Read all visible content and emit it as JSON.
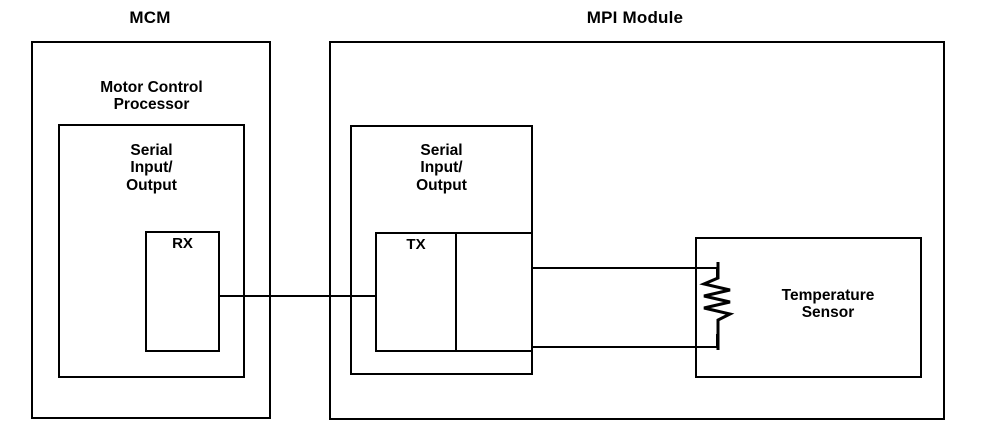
{
  "diagram": {
    "title_left": "MCM",
    "title_right": "MPI Module",
    "blocks": {
      "mcm_outer": {
        "label": "MCM"
      },
      "motor_control_processor": {
        "label": "Motor Control\nProcessor"
      },
      "mcm_serial_io": {
        "label": "Serial\nInput/\nOutput"
      },
      "rx": {
        "label": "RX"
      },
      "mpi_outer": {
        "label": "MPI Module"
      },
      "mpi_serial_io": {
        "label": "Serial\nInput/\nOutput"
      },
      "tx": {
        "label": "TX"
      },
      "temperature_sensor": {
        "label": "Temperature\nSensor"
      }
    },
    "icons": {
      "resistor": "resistor-zigzag-icon"
    },
    "colors": {
      "line": "#000000",
      "text": "#000000",
      "background": "#ffffff"
    }
  }
}
